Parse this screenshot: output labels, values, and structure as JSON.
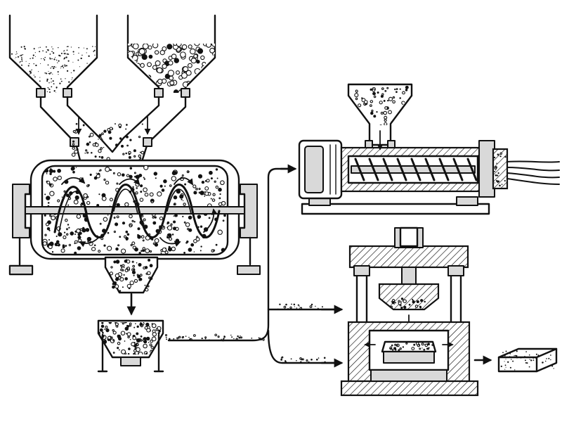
{
  "diagram": {
    "stages": [
      {
        "id": "powder-hopper",
        "icon": "powder-hopper-icon"
      },
      {
        "id": "pellet-hopper",
        "icon": "pellet-hopper-icon"
      },
      {
        "id": "ribbon-mixer",
        "icon": "ribbon-mixer-icon"
      },
      {
        "id": "collection-hopper",
        "icon": "collection-hopper-icon"
      },
      {
        "id": "screw-extruder",
        "icon": "screw-extruder-icon"
      },
      {
        "id": "compression-press",
        "icon": "compression-press-icon"
      },
      {
        "id": "finished-block",
        "icon": "finished-block-icon"
      }
    ],
    "flows": [
      {
        "from": "powder-hopper",
        "to": "ribbon-mixer"
      },
      {
        "from": "pellet-hopper",
        "to": "ribbon-mixer"
      },
      {
        "from": "ribbon-mixer",
        "to": "collection-hopper"
      },
      {
        "from": "collection-hopper",
        "to": "screw-extruder"
      },
      {
        "from": "collection-hopper",
        "to": "compression-press"
      },
      {
        "from": "compression-press",
        "to": "finished-block"
      }
    ],
    "colors": {
      "ink": "#111111",
      "background": "#ffffff",
      "fill": "#d9d9d9"
    }
  }
}
